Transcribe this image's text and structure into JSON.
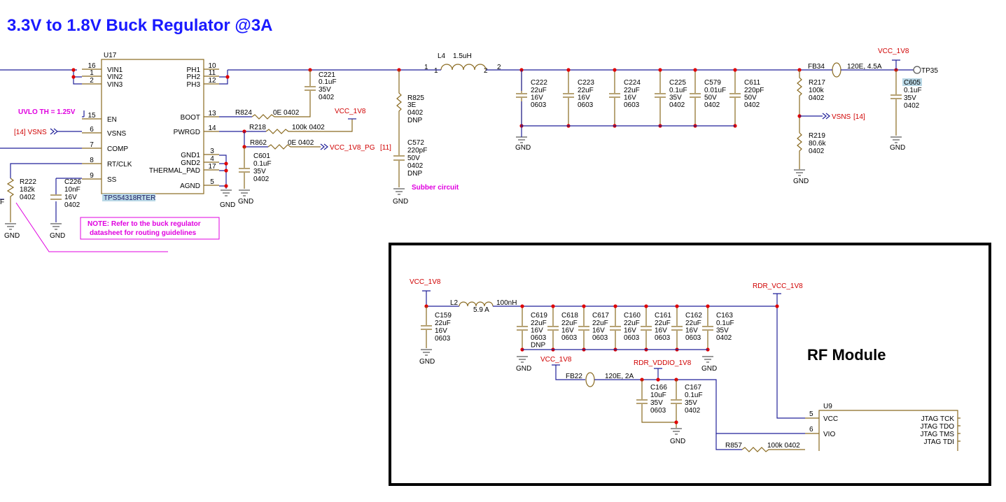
{
  "title": "3.3V to 1.8V Buck Regulator @3A",
  "rf_module_label": "RF Module",
  "ic": {
    "ref": "U17",
    "part": "TPS54318RTER",
    "left_pins": [
      {
        "num": "16",
        "name": "VIN1"
      },
      {
        "num": "1",
        "name": "VIN2"
      },
      {
        "num": "2",
        "name": "VIN3"
      },
      {
        "num": "15",
        "name": "EN"
      },
      {
        "num": "6",
        "name": "VSNS"
      },
      {
        "num": "7",
        "name": "COMP"
      },
      {
        "num": "8",
        "name": "RT/CLK"
      },
      {
        "num": "9",
        "name": "SS"
      }
    ],
    "right_pins": [
      {
        "num": "10",
        "name": "PH1"
      },
      {
        "num": "11",
        "name": "PH2"
      },
      {
        "num": "12",
        "name": "PH3"
      },
      {
        "num": "13",
        "name": "BOOT"
      },
      {
        "num": "14",
        "name": "PWRGD"
      },
      {
        "num": "3",
        "name": "GND1"
      },
      {
        "num": "4",
        "name": "GND2"
      },
      {
        "num": "17",
        "name": "THERMAL_PAD"
      },
      {
        "num": "5",
        "name": "AGND"
      }
    ]
  },
  "labels": {
    "uvlo": "UVLO TH = 1.25V",
    "vsns_in": "[14]  VSNS",
    "vsns_out": "VSNS",
    "vsns_out_ref": "[14]",
    "vcc_1v8": "VCC_1V8",
    "vcc_1v8_pg": "VCC_1V8_PG",
    "vcc_1v8_pg_ref": "[11]",
    "snubber": "Subber circuit",
    "note_line1": "NOTE:  Refer to the buck regulator",
    "note_line2": "datasheet for routing guidelines",
    "tp35": "TP35",
    "gnd": "GND",
    "rdr_vcc_1v8": "RDR_VCC_1V8",
    "rdr_vddio_1v8": "RDR_VDDIO_1V8",
    "left_edge_f": "F"
  },
  "inductor_l4": {
    "ref": "L4",
    "value": "1.5uH",
    "pin1": "1",
    "pin1b": "1",
    "pin2": "2",
    "pin2b": "2"
  },
  "fb34": {
    "ref": "FB34",
    "value": "120E, 4.5A"
  },
  "resistors": {
    "r824": {
      "ref": "R824",
      "value": "0E  0402"
    },
    "r218": {
      "ref": "R218",
      "value": "100k  0402"
    },
    "r862": {
      "ref": "R862",
      "value": "0E  0402"
    },
    "r825": {
      "ref": "R825",
      "lines": [
        "3E",
        "0402",
        "DNP"
      ]
    },
    "r222": {
      "ref": "R222",
      "lines": [
        "182k",
        "0402"
      ]
    },
    "r217": {
      "ref": "R217",
      "lines": [
        "100k",
        "0402"
      ]
    },
    "r219": {
      "ref": "R219",
      "lines": [
        "80.6k",
        "0402"
      ]
    },
    "r857": {
      "ref": "R857",
      "value": "100k  0402"
    }
  },
  "capacitors": {
    "c221": {
      "ref": "C221",
      "lines": [
        "0.1uF",
        "35V",
        "0402"
      ]
    },
    "c601": {
      "ref": "C601",
      "lines": [
        "0.1uF",
        "35V",
        "0402"
      ]
    },
    "c226": {
      "ref": "C226",
      "lines": [
        "10nF",
        "16V",
        "0402"
      ]
    },
    "c572": {
      "ref": "C572",
      "lines": [
        "220pF",
        "50V",
        "0402",
        "DNP"
      ]
    },
    "c605": {
      "ref": "C605",
      "lines": [
        "0.1uF",
        "35V",
        "0402"
      ]
    },
    "output_bank": [
      {
        "ref": "C222",
        "lines": [
          "22uF",
          "16V",
          "0603"
        ]
      },
      {
        "ref": "C223",
        "lines": [
          "22uF",
          "16V",
          "0603"
        ]
      },
      {
        "ref": "C224",
        "lines": [
          "22uF",
          "16V",
          "0603"
        ]
      },
      {
        "ref": "C225",
        "lines": [
          "0.1uF",
          "35V",
          "0402"
        ]
      },
      {
        "ref": "C579",
        "lines": [
          "0.01uF",
          "50V",
          "0402"
        ]
      },
      {
        "ref": "C611",
        "lines": [
          "220pF",
          "50V",
          "0402"
        ]
      }
    ],
    "c159": {
      "ref": "C159",
      "lines": [
        "22uF",
        "16V",
        "0603"
      ]
    },
    "rf_bank": [
      {
        "ref": "C619",
        "lines": [
          "22uF",
          "16V",
          "0603",
          "DNP"
        ]
      },
      {
        "ref": "C618",
        "lines": [
          "22uF",
          "16V",
          "0603"
        ]
      },
      {
        "ref": "C617",
        "lines": [
          "22uF",
          "16V",
          "0603"
        ]
      },
      {
        "ref": "C160",
        "lines": [
          "22uF",
          "16V",
          "0603"
        ]
      },
      {
        "ref": "C161",
        "lines": [
          "22uF",
          "16V",
          "0603"
        ]
      },
      {
        "ref": "C162",
        "lines": [
          "22uF",
          "16V",
          "0603"
        ]
      },
      {
        "ref": "C163",
        "lines": [
          "0.1uF",
          "35V",
          "0402"
        ]
      }
    ],
    "c166": {
      "ref": "C166",
      "lines": [
        "10uF",
        "35V",
        "0603"
      ]
    },
    "c167": {
      "ref": "C167",
      "lines": [
        "0.1uF",
        "35V",
        "0402"
      ]
    }
  },
  "l2": {
    "ref": "L2",
    "current": "5.9 A",
    "value": "100nH"
  },
  "fb22": {
    "ref": "FB22",
    "value": "120E, 2A"
  },
  "u9": {
    "ref": "U9",
    "left_pins": [
      {
        "num": "5",
        "name": "VCC"
      },
      {
        "num": "6",
        "name": "VIO"
      }
    ],
    "right_pins": [
      "JTAG TCK",
      "JTAG TDO",
      "JTAG TMS",
      "JTAG TDI"
    ]
  }
}
